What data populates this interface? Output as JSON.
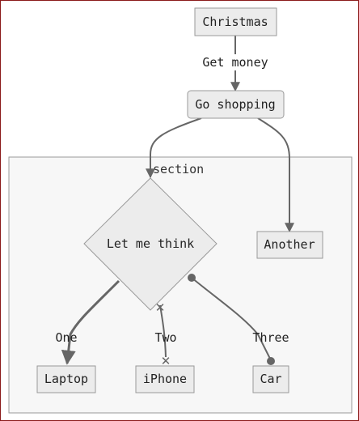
{
  "section": {
    "title": "section"
  },
  "nodes": {
    "christmas": "Christmas",
    "go_shopping": "Go shopping",
    "let_me_think": "Let me think",
    "another": "Another",
    "laptop": "Laptop",
    "iphone": "iPhone",
    "car": "Car"
  },
  "edges": {
    "get_money": "Get money",
    "one": "One",
    "two": "Two",
    "three": "Three"
  },
  "colors": {
    "frame_border": "#8a1a1a",
    "node_fill": "#ececec",
    "edge": "#666666"
  }
}
